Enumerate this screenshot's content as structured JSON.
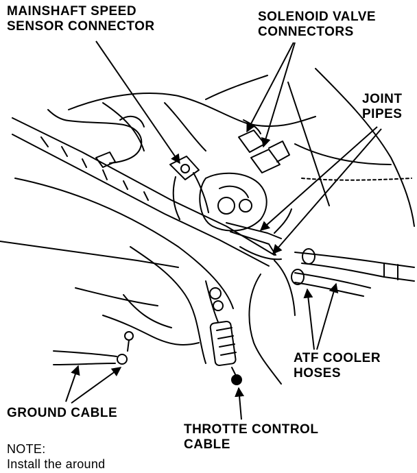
{
  "labels": {
    "mainshaft_speed_sensor_connector": [
      "MAINSHAFT SPEED",
      "SENSOR CONNECTOR"
    ],
    "solenoid_valve_connectors": [
      "SOLENOID VALVE",
      "CONNECTORS"
    ],
    "joint_pipes": [
      "JOINT",
      "PIPES"
    ],
    "atf_cooler_hoses": [
      "ATF COOLER",
      "HOSES"
    ],
    "ground_cable": [
      "GROUND CABLE"
    ],
    "throttle_control_cable": [
      "THROTTE CONTROL",
      "CABLE"
    ]
  },
  "note": {
    "heading": "NOTE:",
    "text": "Install the around"
  }
}
